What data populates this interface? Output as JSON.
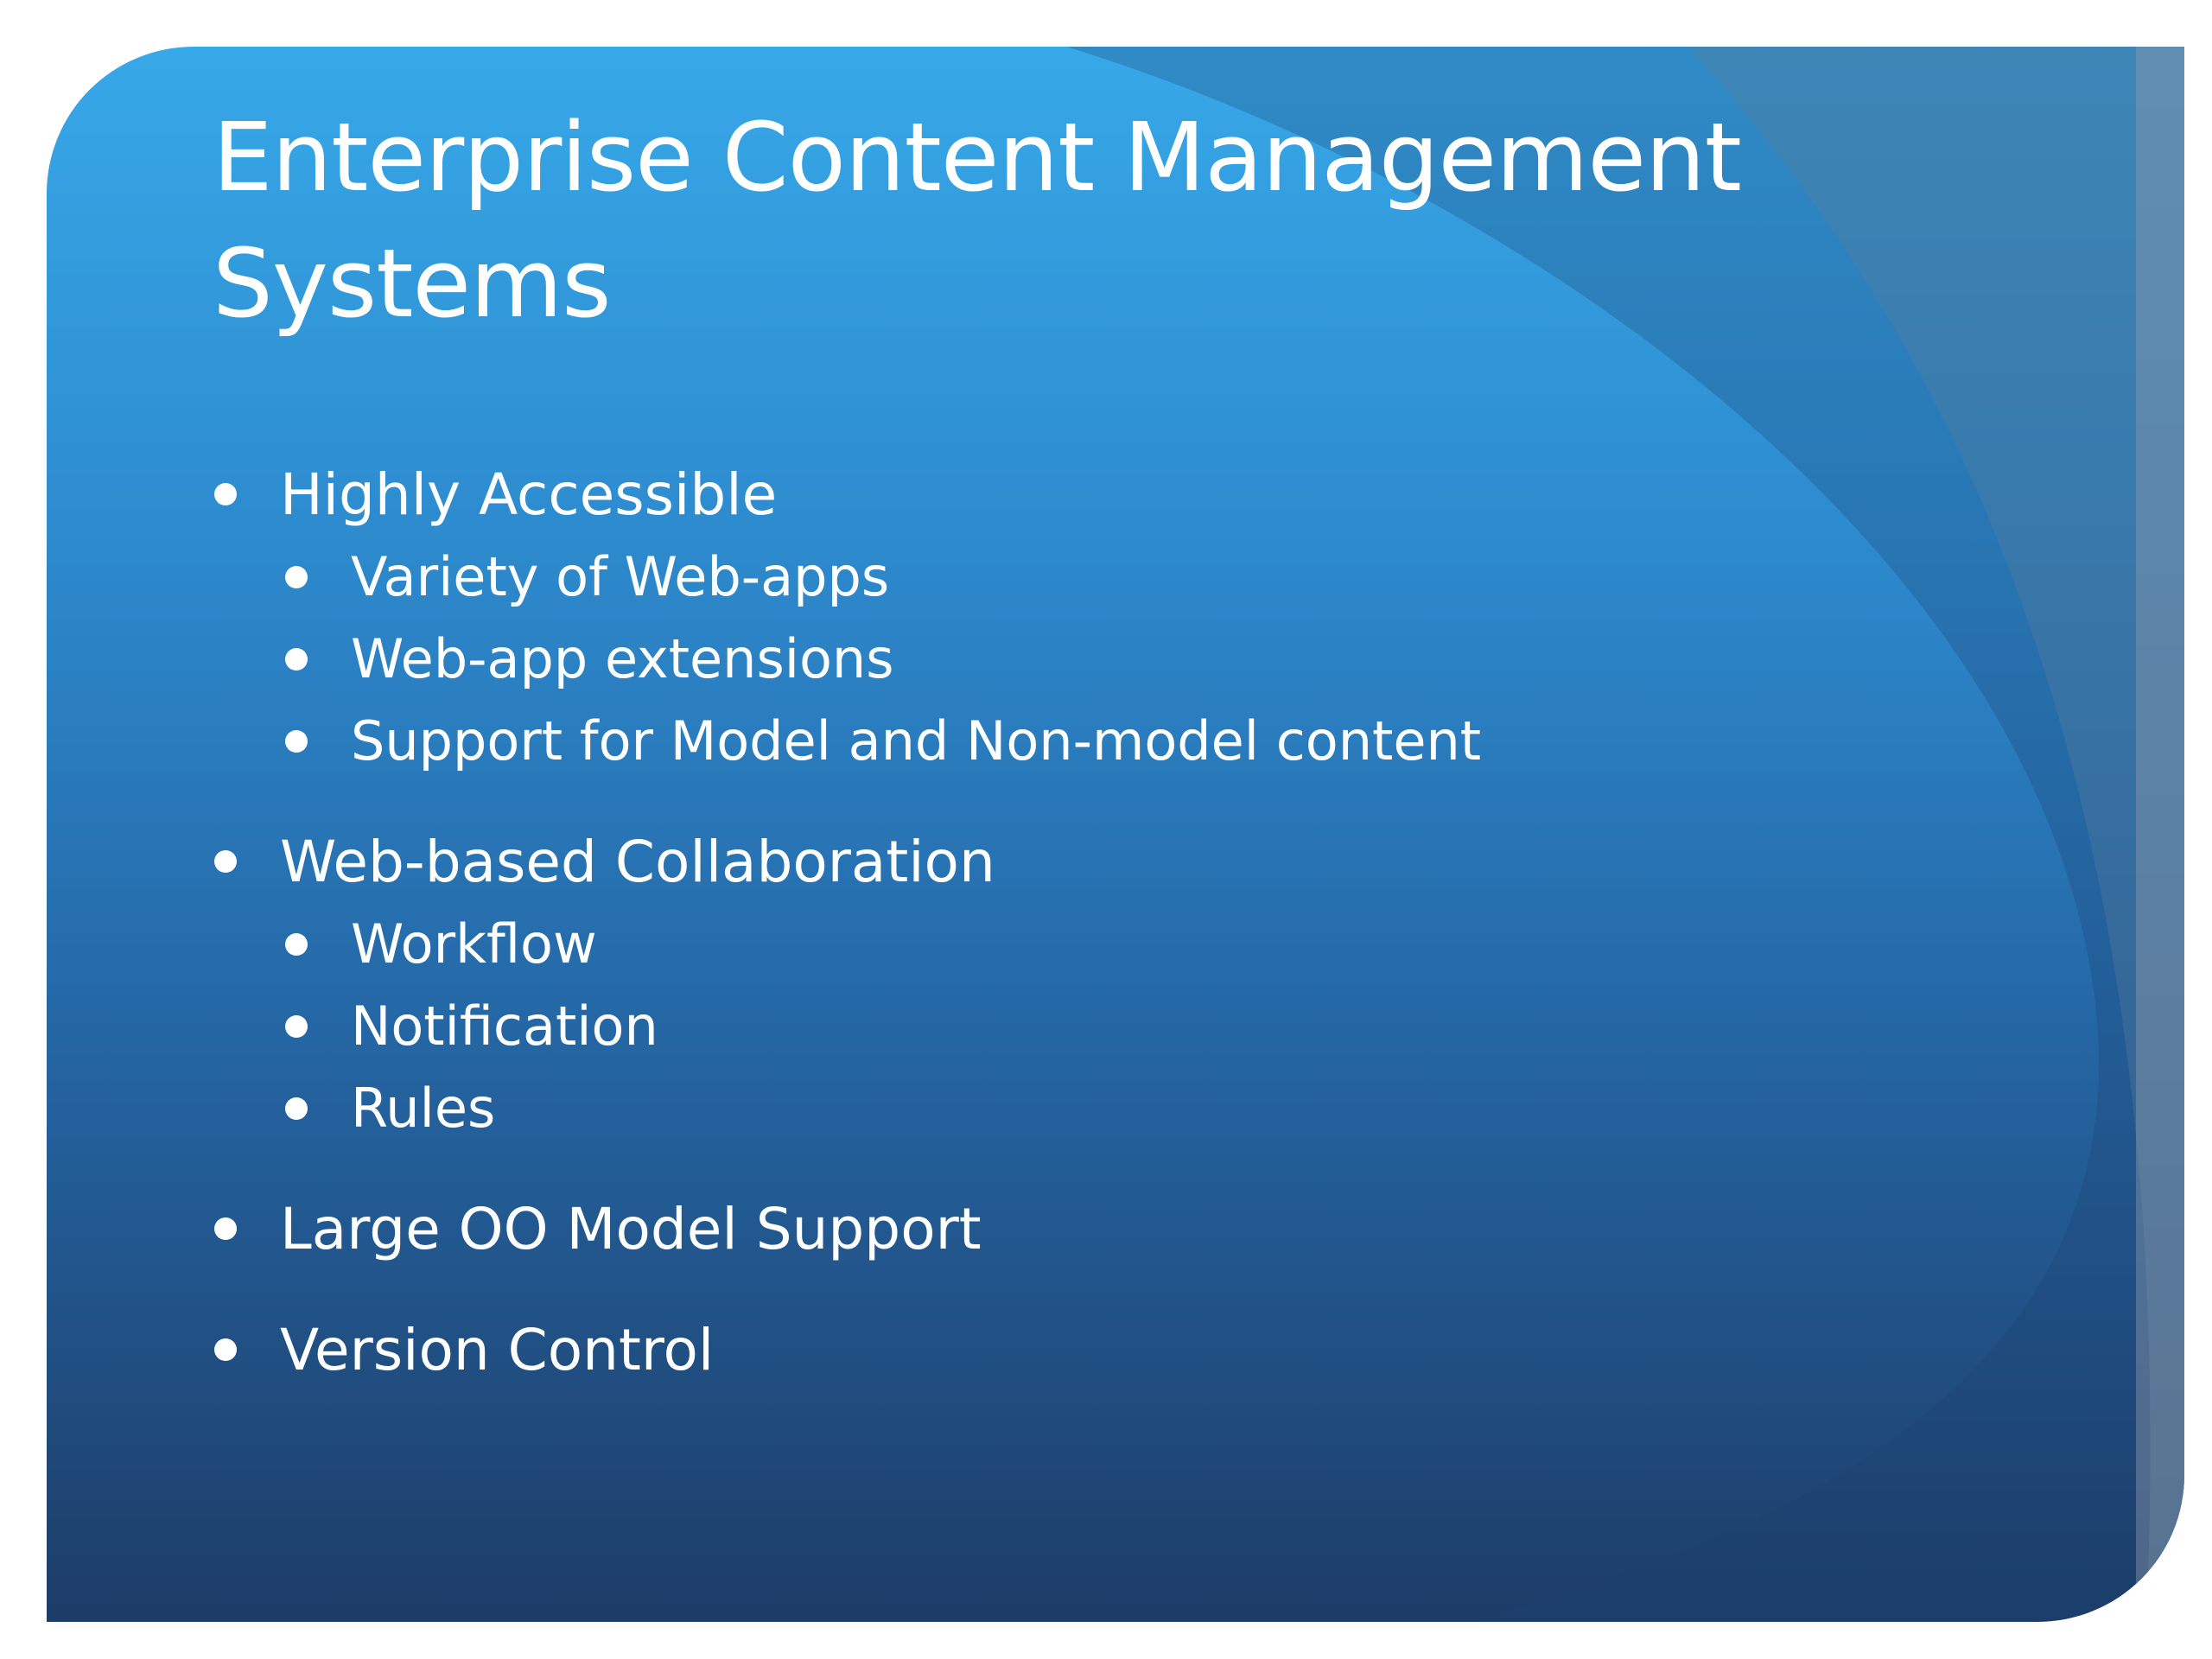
{
  "slide": {
    "title_line1": "Enterprise Content Management",
    "title_line2": "Systems",
    "bullets": [
      {
        "label": "Highly Accessible",
        "children": [
          "Variety of Web-apps",
          "Web-app extensions",
          "Support for Model and Non-model content"
        ]
      },
      {
        "label": "Web-based Collaboration",
        "children": [
          "Workflow",
          "Notification",
          "Rules"
        ]
      },
      {
        "label": "Large OO Model Support",
        "children": []
      },
      {
        "label": "Version Control",
        "children": []
      }
    ]
  },
  "colors": {
    "background_top": "#37a8e8",
    "background_bottom": "#1d3c67",
    "text": "#ffffff"
  }
}
